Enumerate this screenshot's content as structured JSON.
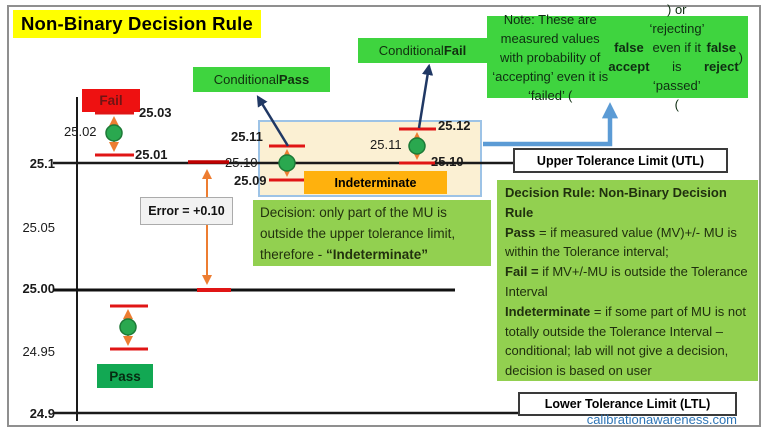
{
  "title": "Non-Binary Decision Rule",
  "footer": "calibrationawareness.com",
  "axis_labels": {
    "l1": "25.1",
    "l2": "25.05",
    "l3": "25.00",
    "l4": "24.95",
    "l5": "24.9"
  },
  "limit_boxes": {
    "utl": "Upper Tolerance Limit (UTL)",
    "ltl": "Lower Tolerance Limit (LTL)"
  },
  "error_label": "Error = +0.10",
  "indeterminate_label": "Indeterminate",
  "status_boxes": {
    "fail": "Fail",
    "pass": "Pass"
  },
  "conditional_pass": [
    {
      "t": "Conditional "
    },
    {
      "t": "Pass",
      "b": true
    }
  ],
  "conditional_fail": [
    {
      "t": "Conditional "
    },
    {
      "t": "Fail",
      "b": true
    }
  ],
  "measurements": {
    "fail": {
      "top": "25.03",
      "mid": "25.02",
      "bottom": "25.01"
    },
    "cond_pass": {
      "top": "25.11",
      "mid": "25.10",
      "bottom": "25.09"
    },
    "cond_fail": {
      "top": "25.12",
      "mid": "25.11",
      "bottom": "25.10"
    }
  },
  "note": [
    {
      "t": "Note: These are measured values with probability of ‘accepting’ even it is ‘failed’ ("
    },
    {
      "t": "false accept",
      "b": true
    },
    {
      "t": ") or ‘rejecting’ even if it is ‘passed’ ("
    },
    {
      "t": "false reject",
      "b": true
    },
    {
      "t": ")"
    }
  ],
  "decision_note": [
    {
      "t": "Decision: only part of the MU is outside the upper tolerance limit, therefore - "
    },
    {
      "t": "“Indeterminate”",
      "b": true
    }
  ],
  "decision_rule": [
    {
      "t": "Decision Rule: Non-Binary Decision Rule",
      "b": true
    },
    {
      "br": true
    },
    {
      "t": "Pass",
      "b": true
    },
    {
      "t": " = if measured value (MV)+/- MU is within the Tolerance interval;"
    },
    {
      "br": true
    },
    {
      "t": "Fail =",
      "b": true
    },
    {
      "t": " if MV+/-MU is outside the Tolerance Interval"
    },
    {
      "br": true
    },
    {
      "t": "Indeterminate",
      "b": true
    },
    {
      "t": " = if some part of MU is not totally outside the Tolerance Interval –conditional; lab will not give a decision, decision is based on user"
    }
  ],
  "colors": {
    "bright_green": "#3fd43f",
    "soft_green": "#92d050",
    "highlight_yellow": "#ffff00",
    "fail_red": "#ee1111",
    "pass_green": "#12a853",
    "indeterminate_amber": "#ffb10d",
    "panel_beige": "#fbf0d3",
    "panel_border_blue": "#9dc3e6",
    "arrow_orange": "#ed7d31",
    "arrow_navy": "#203864",
    "arrow_blue": "#5b9bd5",
    "link_blue": "#2e75b6",
    "dash_red": "#e01515"
  }
}
